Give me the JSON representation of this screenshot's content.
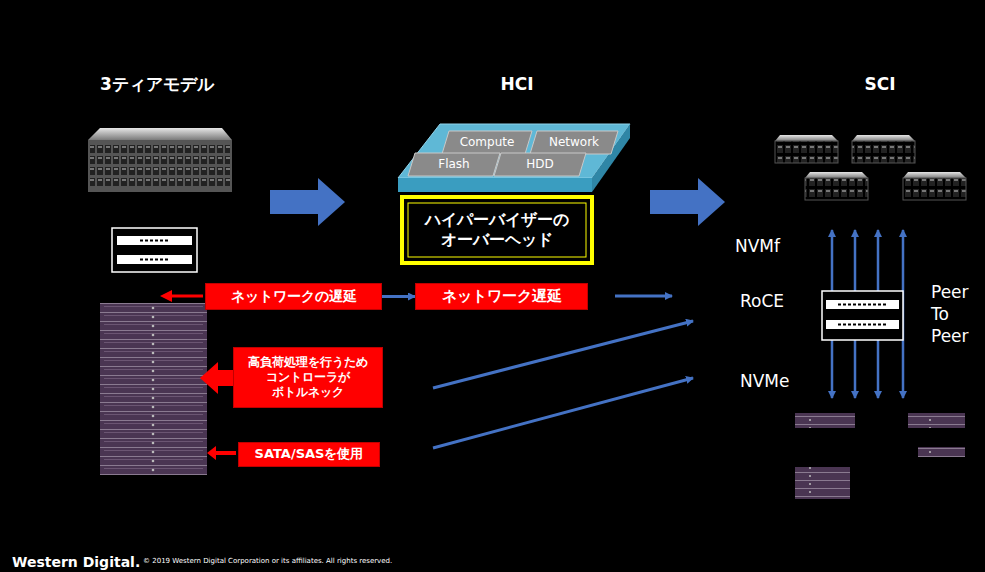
{
  "diagram": {
    "nodes": [
      {
        "text": [
          "Compute"
        ]
      },
      {
        "text": [
          "Network"
        ]
      },
      {
        "text": [
          "Flash"
        ]
      },
      {
        "text": [
          "HDD"
        ]
      },
      {
        "text": [
          "ハイパーバイザーの オーバーヘッド"
        ]
      },
      {
        "text": [
          "ネットワークの遅延"
        ]
      },
      {
        "text": [
          "ネットワーク遅延"
        ]
      },
      {
        "text": [
          "高負荷処理を行うため コントローラが ボトルネック"
        ]
      },
      {
        "text": [
          "SATA/SASを使用"
        ]
      }
    ],
    "edges": [
      {
        "from": 5,
        "to": 6,
        "arrow": "to"
      }
    ],
    "labels": [
      "3ティアモデル",
      "HCI",
      "SCI",
      "NVMf",
      "RoCE",
      "NVMe",
      "Peer To Peer",
      "Western Digital.",
      "© 2019 Western Digital Corporation or its affiliates. All rights reserved."
    ]
  }
}
